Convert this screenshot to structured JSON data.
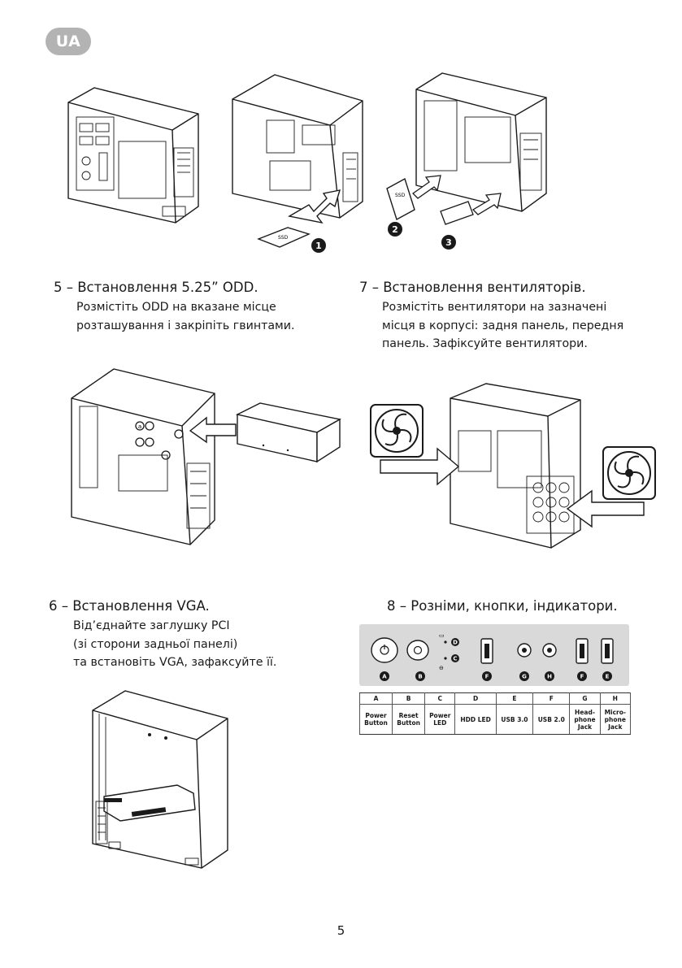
{
  "badge": "UA",
  "section5": {
    "title": "5 – Встановлення 5.25” ODD.",
    "lines": [
      "Розмістіть ODD на вказане місце",
      "розташування і закріпіть гвинтами."
    ]
  },
  "section7": {
    "title": "7 – Встановлення вентиляторів.",
    "lines": [
      "Розмістіть вентилятори на зазначені",
      "місця в корпусі: задня панель, передня",
      "панель.  Зафіксуйте вентилятори."
    ]
  },
  "section6": {
    "title": "6 – Встановлення VGA.",
    "lines": [
      "Від’єднайте заглушку PCI",
      "(зі сторони задньої панелі)",
      "та встановіть VGA, зафаксуйте її."
    ]
  },
  "section8": {
    "title": "8 – Розніми, кнопки, індикатори.",
    "panel_letters": [
      "A",
      "B",
      "D",
      "C",
      "F",
      "G",
      "H",
      "F",
      "E"
    ],
    "table": {
      "letters": [
        "A",
        "B",
        "C",
        "D",
        "E",
        "F",
        "G",
        "H"
      ],
      "names": [
        [
          "Power",
          "Button"
        ],
        [
          "Reset",
          "Button"
        ],
        [
          "Power",
          "LED"
        ],
        [
          "HDD LED"
        ],
        [
          "USB 3.0"
        ],
        [
          "USB 2.0"
        ],
        [
          "Head-",
          "phone",
          "Jack"
        ],
        [
          "Micro-",
          "phone",
          "Jack"
        ]
      ]
    }
  },
  "step_markers": [
    "1",
    "2",
    "3"
  ],
  "fig_labels": {
    "ssd_1": "SSD",
    "ssd_2": "SSD",
    "screw_a": "a"
  },
  "page_number": "5"
}
